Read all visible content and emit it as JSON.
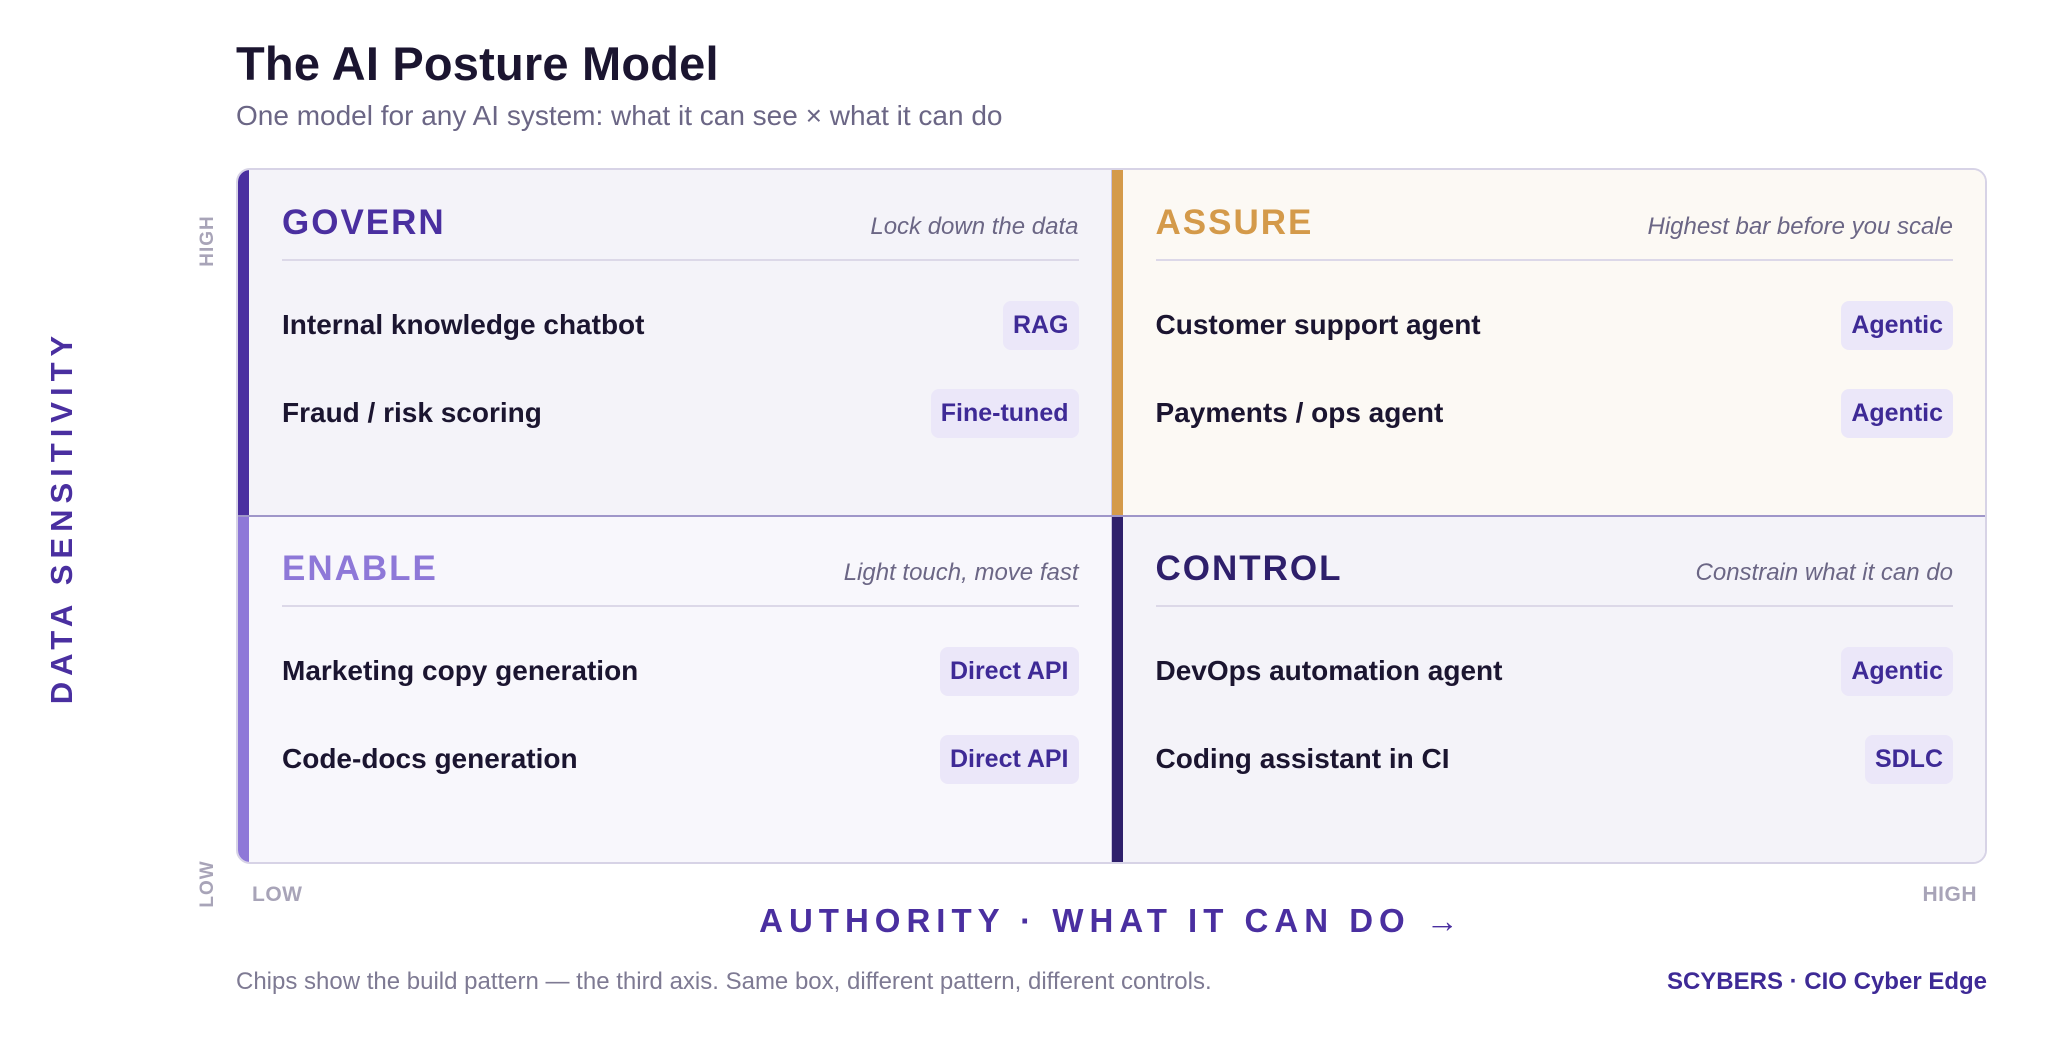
{
  "header": {
    "title": "The AI Posture Model",
    "subtitle": "One model for any AI system: what it can see × what it can do"
  },
  "axes": {
    "y_title": "DATA SENSITIVITY",
    "y_high": "HIGH",
    "y_low": "LOW",
    "x_title": "AUTHORITY · WHAT IT CAN DO →",
    "x_low": "LOW",
    "x_high": "HIGH"
  },
  "quadrants": {
    "govern": {
      "name": "GOVERN",
      "tagline": "Lock down the data",
      "color": "#4a2fa0",
      "items": [
        {
          "label": "Internal knowledge chatbot",
          "chip": "RAG"
        },
        {
          "label": "Fraud / risk scoring",
          "chip": "Fine-tuned"
        }
      ]
    },
    "assure": {
      "name": "ASSURE",
      "tagline": "Highest bar before you scale",
      "color": "#d49a4a",
      "items": [
        {
          "label": "Customer support agent",
          "chip": "Agentic"
        },
        {
          "label": "Payments / ops agent",
          "chip": "Agentic"
        }
      ]
    },
    "enable": {
      "name": "ENABLE",
      "tagline": "Light touch, move fast",
      "color": "#8e78d8",
      "items": [
        {
          "label": "Marketing copy generation",
          "chip": "Direct API"
        },
        {
          "label": "Code-docs generation",
          "chip": "Direct API"
        }
      ]
    },
    "control": {
      "name": "CONTROL",
      "tagline": "Constrain what it can do",
      "color": "#2e1f6b",
      "items": [
        {
          "label": "DevOps automation agent",
          "chip": "Agentic"
        },
        {
          "label": "Coding assistant in CI",
          "chip": "SDLC"
        }
      ]
    }
  },
  "footer": {
    "note": "Chips show the build pattern — the third axis. Same box, different pattern, different controls.",
    "brand": "SCYBERS · CIO Cyber Edge"
  }
}
